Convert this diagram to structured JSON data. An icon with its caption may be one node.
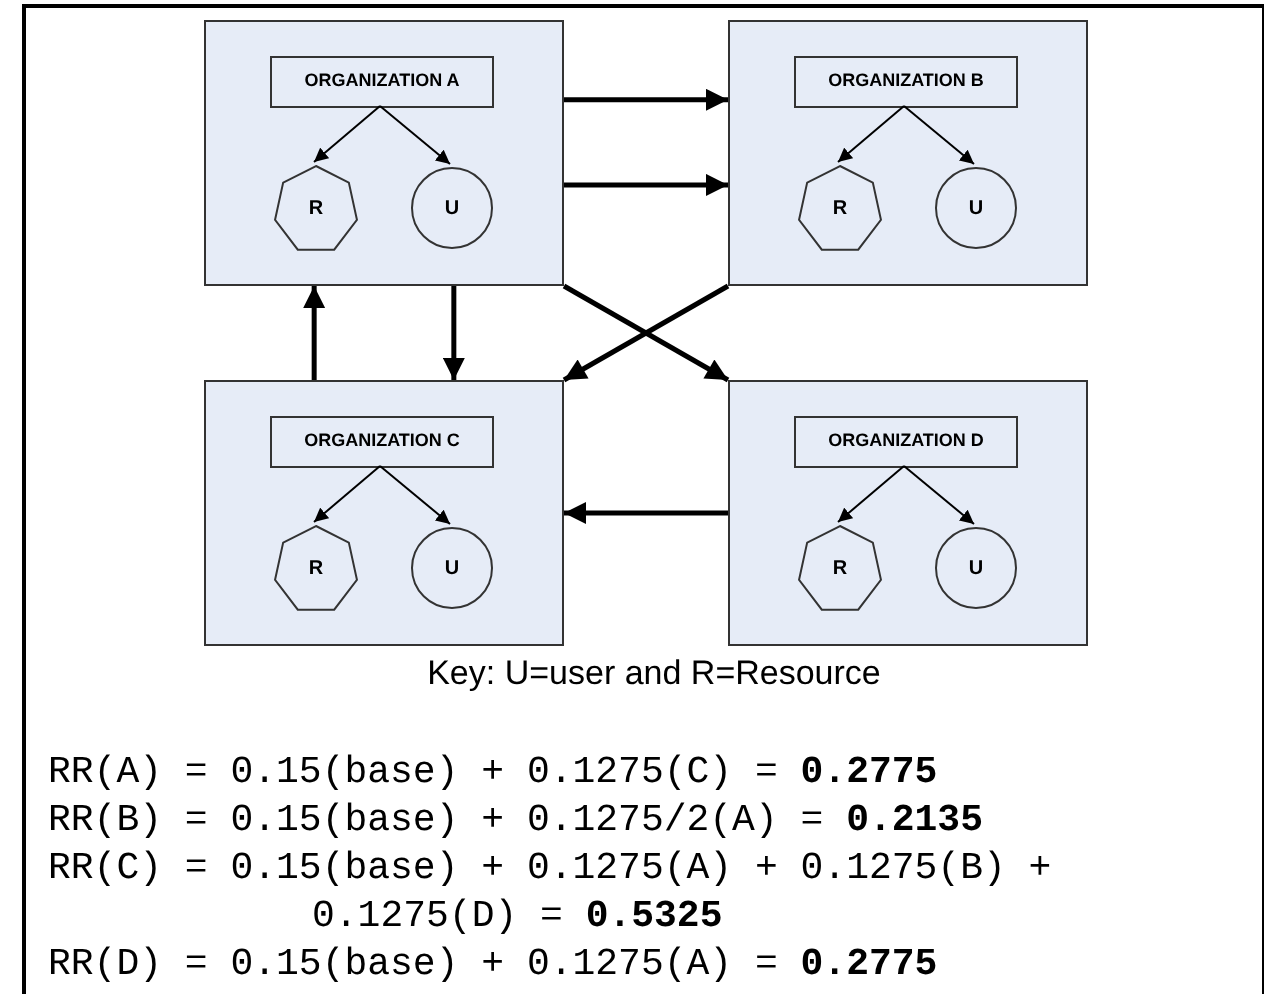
{
  "diagram": {
    "nodes": [
      {
        "text": [],
        "shape": "box"
      },
      {
        "text": [
          "ORGANIZATION A"
        ],
        "in": 0
      },
      {
        "text": [
          "R"
        ],
        "in": 0
      },
      {
        "text": [
          "U"
        ],
        "in": 0
      },
      {
        "text": [],
        "shape": "box"
      },
      {
        "text": [
          "ORGANIZATION B"
        ],
        "in": 4
      },
      {
        "text": [
          "R"
        ],
        "in": 4
      },
      {
        "text": [
          "U"
        ],
        "in": 4
      },
      {
        "text": [],
        "shape": "box"
      },
      {
        "text": [
          "ORGANIZATION C"
        ],
        "in": 8
      },
      {
        "text": [
          "R"
        ],
        "in": 8
      },
      {
        "text": [
          "U"
        ],
        "in": 8
      },
      {
        "text": [],
        "shape": "box"
      },
      {
        "text": [
          "ORGANIZATION D"
        ],
        "in": 12
      },
      {
        "text": [
          "R"
        ],
        "in": 12
      },
      {
        "text": [
          "U"
        ],
        "in": 12
      }
    ],
    "edges": [
      {
        "from": 1,
        "to": 2,
        "arrow": "to"
      },
      {
        "from": 1,
        "to": 3,
        "arrow": "to"
      },
      {
        "from": 5,
        "to": 6,
        "arrow": "to"
      },
      {
        "from": 5,
        "to": 7,
        "arrow": "to"
      },
      {
        "from": 9,
        "to": 10,
        "arrow": "to"
      },
      {
        "from": 9,
        "to": 11,
        "arrow": "to"
      },
      {
        "from": 13,
        "to": 14,
        "arrow": "to"
      },
      {
        "from": 13,
        "to": 15,
        "arrow": "to"
      },
      {
        "from": 0,
        "to": 4,
        "arrow": "to",
        "style": "thick"
      },
      {
        "from": 0,
        "to": 4,
        "arrow": "to",
        "style": "thick"
      },
      {
        "from": 8,
        "to": 0,
        "arrow": "to",
        "style": "thick"
      },
      {
        "from": 0,
        "to": 8,
        "arrow": "to",
        "style": "thick"
      },
      {
        "from": 0,
        "to": 12,
        "arrow": "to",
        "style": "thick"
      },
      {
        "from": 4,
        "to": 8,
        "arrow": "to",
        "style": "thick"
      },
      {
        "from": 12,
        "to": 8,
        "arrow": "to",
        "style": "thick"
      }
    ],
    "labels": [
      "Key: U=user and R=Resource",
      "RR(A) = 0.15(base) + 0.1275(C) = **0.2775**",
      "RR(B) = 0.15(base) + 0.1275/2(A) = **0.2135**",
      "RR(C) = 0.15(base) + 0.1275(A) + 0.1275(B) + 0.1275(D) = **0.5325**",
      "RR(D) = 0.15(base) + 0.1275(A) = **0.2775**"
    ]
  }
}
